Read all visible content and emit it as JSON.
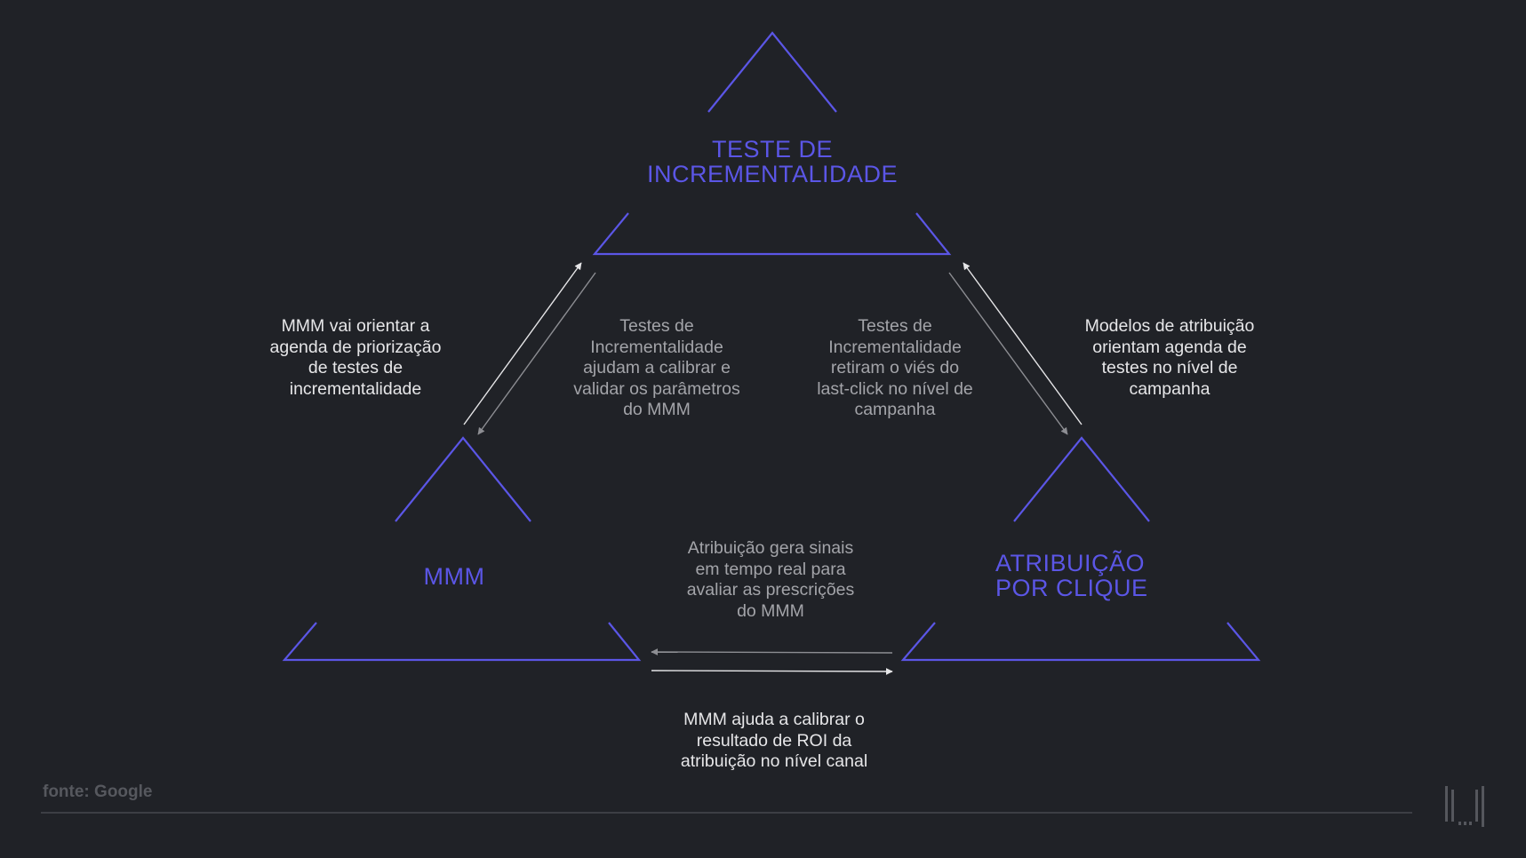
{
  "nodes": {
    "top": {
      "title_line1": "TESTE DE",
      "title_line2": "INCREMENTALIDADE"
    },
    "left": {
      "title": "MMM"
    },
    "right": {
      "title_line1": "ATRIBUIÇÃO",
      "title_line2": "POR CLIQUE"
    }
  },
  "notes": {
    "mmm_to_test": [
      "MMM vai orientar a",
      "agenda de priorização",
      "de testes de",
      "incrementalidade"
    ],
    "test_to_mmm": [
      "Testes de",
      "Incrementalidade",
      "ajudam a calibrar e",
      "validar os parâmetros",
      "do MMM"
    ],
    "test_to_attr": [
      "Testes de",
      "Incrementalidade",
      "retiram o viés do",
      "last-click no nível de",
      "campanha"
    ],
    "attr_to_test": [
      "Modelos de atribuição",
      "orientam agenda de",
      "testes no nível de",
      "campanha"
    ],
    "attr_to_mmm": [
      "Atribuição gera sinais",
      "em tempo real para",
      "avaliar as prescrições",
      "do MMM"
    ],
    "mmm_to_attr": [
      "MMM ajuda a calibrar o",
      "resultado de ROI da",
      "atribuição no nível canal"
    ]
  },
  "source": "fonte: Google",
  "colors": {
    "background": "#202227",
    "accent": "#5b56e6",
    "text_bright": "#e6e6e8",
    "text_dim": "#a3a4a9",
    "arrow_bright": "#e6e6e8",
    "arrow_dim": "#8d8e93",
    "rule": "#3c3e44"
  },
  "icons": {
    "logo": "brand-logo-icon"
  }
}
